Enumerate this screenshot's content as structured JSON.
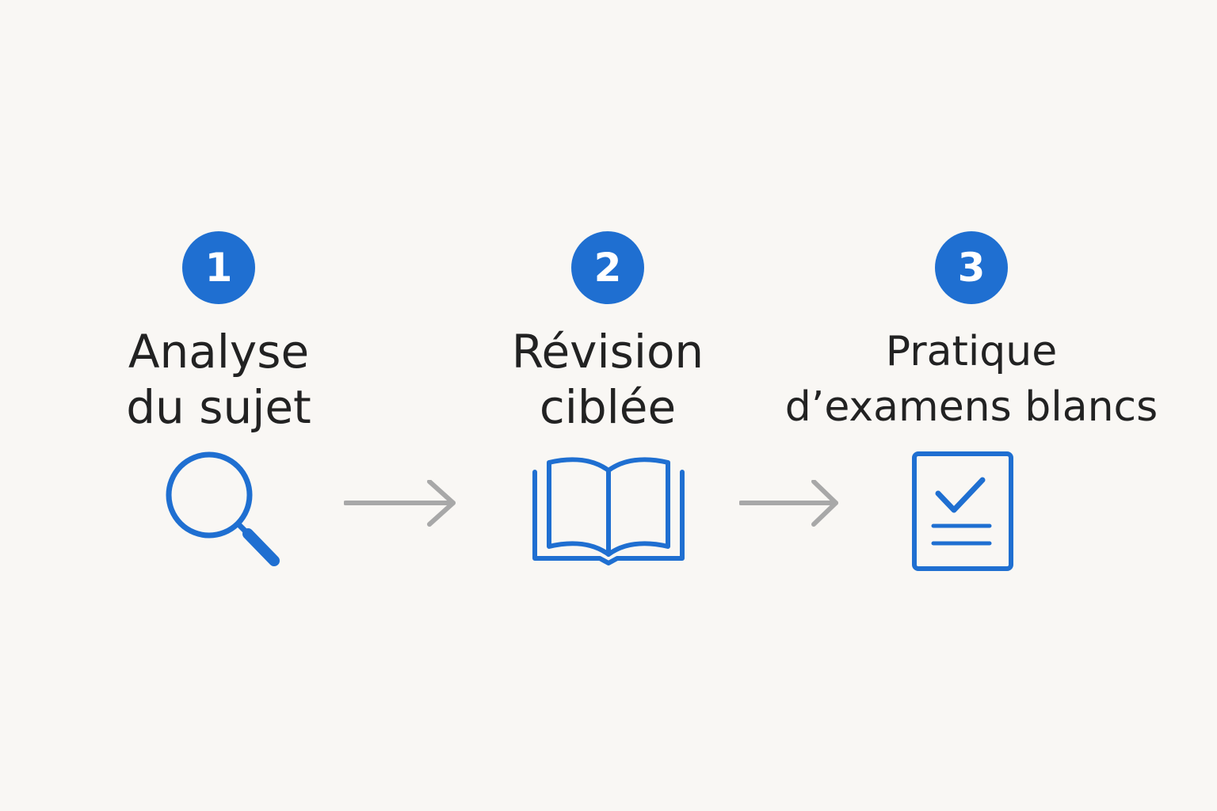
{
  "colors": {
    "background": "#f9f7f4",
    "accent": "#1f6fd1",
    "arrow": "#a8a8a8",
    "text": "#222222"
  },
  "steps": [
    {
      "number": "1",
      "title_lines": [
        "Analyse",
        "du sujet"
      ],
      "icon": "magnifying-glass"
    },
    {
      "number": "2",
      "title_lines": [
        "Révision",
        "ciblée"
      ],
      "icon": "open-book"
    },
    {
      "number": "3",
      "title_lines": [
        "Pratique",
        "d’examens blancs"
      ],
      "icon": "checklist-document"
    }
  ],
  "connectors": [
    {
      "from": "1",
      "to": "2",
      "icon": "arrow-right"
    },
    {
      "from": "2",
      "to": "3",
      "icon": "arrow-right"
    }
  ]
}
